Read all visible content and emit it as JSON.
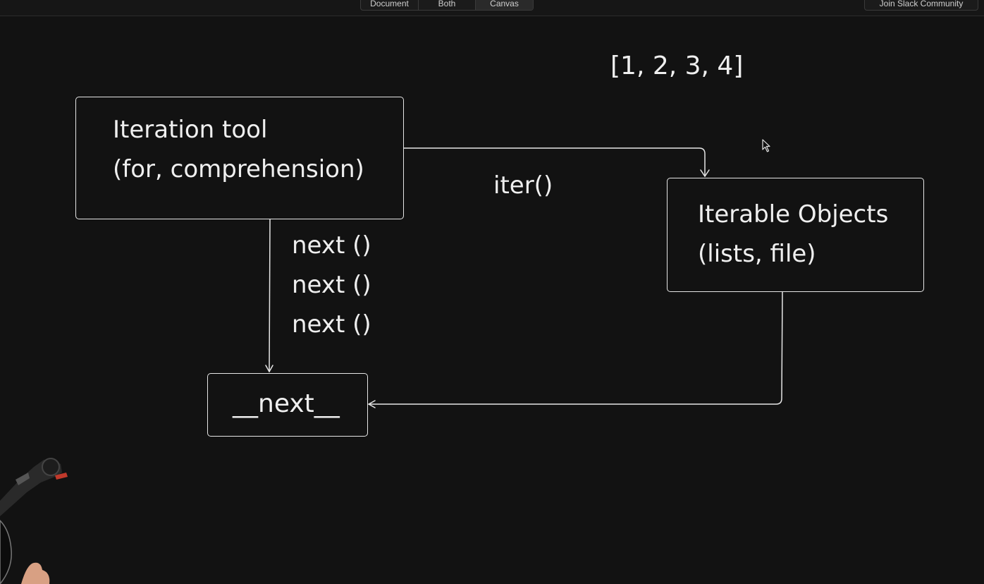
{
  "topbar": {
    "tabs": [
      {
        "label": "Document"
      },
      {
        "label": "Both"
      },
      {
        "label": "Canvas"
      }
    ],
    "join_button": "Join Slack Community"
  },
  "canvas": {
    "list_literal": "[1, 2, 3, 4]",
    "iteration_tool": {
      "line1": "Iteration tool",
      "line2": "(for, comprehension)"
    },
    "iterable_objects": {
      "line1": "Iterable Objects",
      "line2": "(lists, file)"
    },
    "next_box": "__next__",
    "iter_call": "iter()",
    "next_calls": [
      "next ()",
      "next ()",
      "next ()"
    ]
  },
  "icons": {
    "cursor": "mouse-pointer-icon"
  },
  "colors": {
    "background": "#121212",
    "stroke": "#e6e6e6"
  }
}
